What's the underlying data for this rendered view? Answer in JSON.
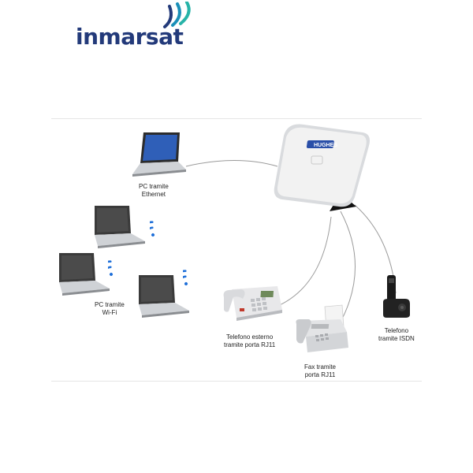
{
  "logo": {
    "text": "inmarsat",
    "text_color": "#233a7a",
    "swoosh_colors": [
      "#233a7a",
      "#1a8fb8",
      "#27b3a8"
    ]
  },
  "terminal": {
    "brand": "HUGHES",
    "icon": "satellite-terminal-icon"
  },
  "devices": [
    {
      "id": "ethernet",
      "icon": "laptop-icon",
      "label_lines": [
        "PC tramite",
        "Ethernet"
      ]
    },
    {
      "id": "wifi",
      "icon": "laptop-icon",
      "label_lines": [
        "PC tramite",
        "Wi-Fi"
      ]
    },
    {
      "id": "phone",
      "icon": "desk-phone-icon",
      "label_lines": [
        "Telefono esterno",
        "tramite porta RJ11"
      ]
    },
    {
      "id": "fax",
      "icon": "fax-icon",
      "label_lines": [
        "Fax tramite",
        "porta RJ11"
      ]
    },
    {
      "id": "isdn",
      "icon": "cordless-phone-icon",
      "label_lines": [
        "Telefono",
        "tramite ISDN"
      ]
    }
  ],
  "wifi_signal_color": "#1e6fd9"
}
